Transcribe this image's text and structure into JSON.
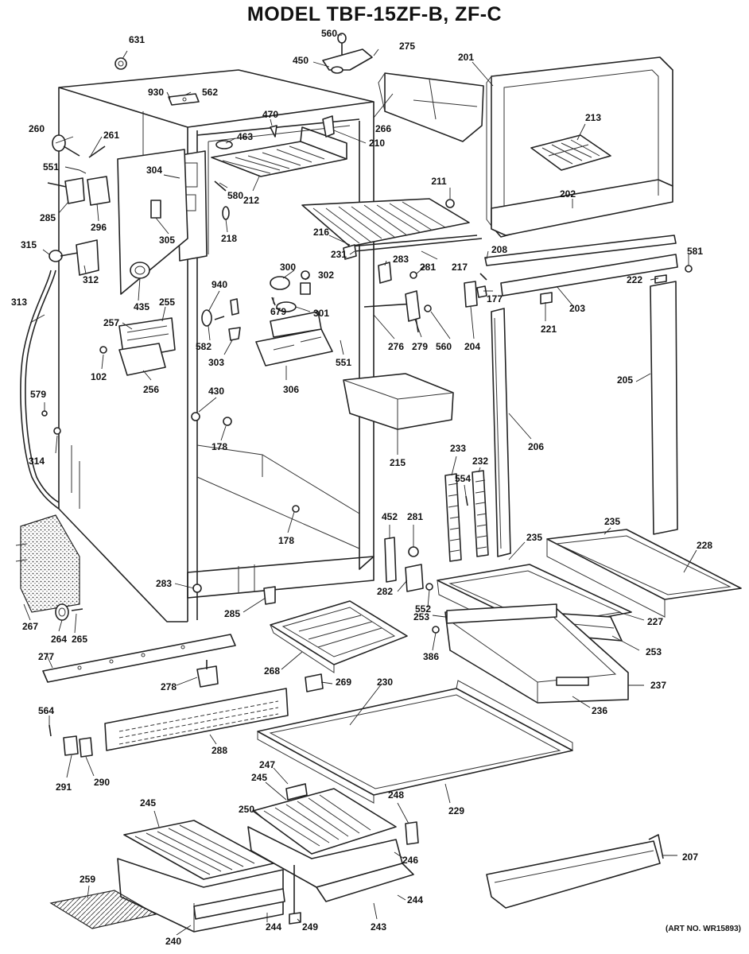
{
  "title": "MODEL TBF-15ZF-B, ZF-C",
  "art_no": "(ART NO. WR15893)",
  "callouts": [
    {
      "id": "631",
      "text": "631"
    },
    {
      "id": "560a",
      "text": "560"
    },
    {
      "id": "275",
      "text": "275"
    },
    {
      "id": "450",
      "text": "450"
    },
    {
      "id": "201",
      "text": "201"
    },
    {
      "id": "930",
      "text": "930"
    },
    {
      "id": "562",
      "text": "562"
    },
    {
      "id": "470",
      "text": "470"
    },
    {
      "id": "266",
      "text": "266"
    },
    {
      "id": "260",
      "text": "260"
    },
    {
      "id": "261",
      "text": "261"
    },
    {
      "id": "463",
      "text": "463"
    },
    {
      "id": "210",
      "text": "210"
    },
    {
      "id": "213",
      "text": "213"
    },
    {
      "id": "551a",
      "text": "551"
    },
    {
      "id": "304",
      "text": "304"
    },
    {
      "id": "580",
      "text": "580"
    },
    {
      "id": "212",
      "text": "212"
    },
    {
      "id": "211",
      "text": "211"
    },
    {
      "id": "202",
      "text": "202"
    },
    {
      "id": "285a",
      "text": "285"
    },
    {
      "id": "296",
      "text": "296"
    },
    {
      "id": "218",
      "text": "218"
    },
    {
      "id": "305",
      "text": "305"
    },
    {
      "id": "216",
      "text": "216"
    },
    {
      "id": "208",
      "text": "208"
    },
    {
      "id": "581",
      "text": "581"
    },
    {
      "id": "315",
      "text": "315"
    },
    {
      "id": "231",
      "text": "231"
    },
    {
      "id": "283a",
      "text": "283"
    },
    {
      "id": "217",
      "text": "217"
    },
    {
      "id": "281a",
      "text": "281"
    },
    {
      "id": "300",
      "text": "300"
    },
    {
      "id": "302",
      "text": "302"
    },
    {
      "id": "222",
      "text": "222"
    },
    {
      "id": "312",
      "text": "312"
    },
    {
      "id": "177",
      "text": "177"
    },
    {
      "id": "313",
      "text": "313"
    },
    {
      "id": "940",
      "text": "940"
    },
    {
      "id": "435",
      "text": "435"
    },
    {
      "id": "255",
      "text": "255"
    },
    {
      "id": "679",
      "text": "679"
    },
    {
      "id": "301",
      "text": "301"
    },
    {
      "id": "203",
      "text": "203"
    },
    {
      "id": "257",
      "text": "257"
    },
    {
      "id": "221",
      "text": "221"
    },
    {
      "id": "582",
      "text": "582"
    },
    {
      "id": "276",
      "text": "276"
    },
    {
      "id": "279",
      "text": "279"
    },
    {
      "id": "560b",
      "text": "560"
    },
    {
      "id": "204",
      "text": "204"
    },
    {
      "id": "303",
      "text": "303"
    },
    {
      "id": "551b",
      "text": "551"
    },
    {
      "id": "102",
      "text": "102"
    },
    {
      "id": "256",
      "text": "256"
    },
    {
      "id": "306",
      "text": "306"
    },
    {
      "id": "205",
      "text": "205"
    },
    {
      "id": "430",
      "text": "430"
    },
    {
      "id": "579",
      "text": "579"
    },
    {
      "id": "178a",
      "text": "178"
    },
    {
      "id": "206",
      "text": "206"
    },
    {
      "id": "215",
      "text": "215"
    },
    {
      "id": "314",
      "text": "314"
    },
    {
      "id": "233",
      "text": "233"
    },
    {
      "id": "232",
      "text": "232"
    },
    {
      "id": "554",
      "text": "554"
    },
    {
      "id": "452",
      "text": "452"
    },
    {
      "id": "281b",
      "text": "281"
    },
    {
      "id": "235a",
      "text": "235"
    },
    {
      "id": "178b",
      "text": "178"
    },
    {
      "id": "235b",
      "text": "235"
    },
    {
      "id": "228",
      "text": "228"
    },
    {
      "id": "283b",
      "text": "283"
    },
    {
      "id": "282",
      "text": "282"
    },
    {
      "id": "552",
      "text": "552"
    },
    {
      "id": "253a",
      "text": "253"
    },
    {
      "id": "267",
      "text": "267"
    },
    {
      "id": "285b",
      "text": "285"
    },
    {
      "id": "227",
      "text": "227"
    },
    {
      "id": "264",
      "text": "264"
    },
    {
      "id": "265",
      "text": "265"
    },
    {
      "id": "386",
      "text": "386"
    },
    {
      "id": "253b",
      "text": "253"
    },
    {
      "id": "277",
      "text": "277"
    },
    {
      "id": "268",
      "text": "268"
    },
    {
      "id": "278",
      "text": "278"
    },
    {
      "id": "269",
      "text": "269"
    },
    {
      "id": "230",
      "text": "230"
    },
    {
      "id": "237",
      "text": "237"
    },
    {
      "id": "236",
      "text": "236"
    },
    {
      "id": "564",
      "text": "564"
    },
    {
      "id": "288",
      "text": "288"
    },
    {
      "id": "291",
      "text": "291"
    },
    {
      "id": "290",
      "text": "290"
    },
    {
      "id": "247",
      "text": "247"
    },
    {
      "id": "229",
      "text": "229"
    },
    {
      "id": "245a",
      "text": "245"
    },
    {
      "id": "245b",
      "text": "245"
    },
    {
      "id": "248",
      "text": "248"
    },
    {
      "id": "250",
      "text": "250"
    },
    {
      "id": "246",
      "text": "246"
    },
    {
      "id": "207",
      "text": "207"
    },
    {
      "id": "259",
      "text": "259"
    },
    {
      "id": "244a",
      "text": "244"
    },
    {
      "id": "244b",
      "text": "244"
    },
    {
      "id": "240",
      "text": "240"
    },
    {
      "id": "249",
      "text": "249"
    },
    {
      "id": "243",
      "text": "243"
    }
  ]
}
